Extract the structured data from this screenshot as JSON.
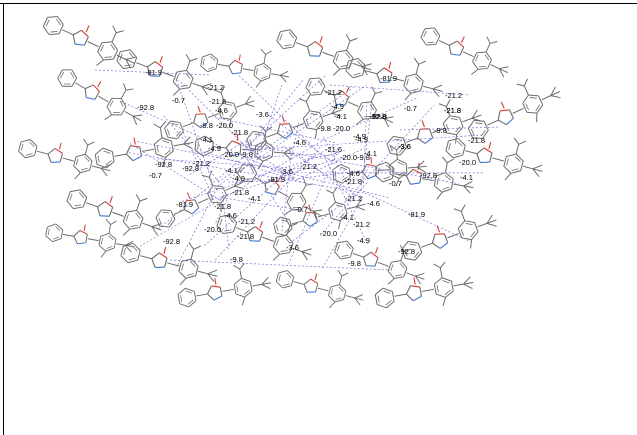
{
  "figure": {
    "labels": [
      "-81.9",
      "-21.2",
      "-0.7",
      "-21.8",
      "-92.8",
      "-4.6",
      "-3.6",
      "-9.8",
      "-20.0",
      "-21.8",
      "-4.1",
      "-4.9",
      "-20.0",
      "-9.8",
      "-92.8",
      "-21.2",
      "-92.8",
      "-4.1",
      "-4.9",
      "-81.9",
      "-3.6",
      "-21.8",
      "-0.7",
      "-21.2",
      "-81.9",
      "-4.6",
      "-21.8",
      "-20.0",
      "-21.2",
      "-4.1",
      "-0.7",
      "-92.8",
      "-21.8",
      "-9.8",
      "-3.6",
      "-81.9",
      "-21.2",
      "-4.9",
      "-21.8",
      "-4.1",
      "-92.8",
      "-9.8",
      "-20.0",
      "-4.6",
      "-21.6",
      "-4.9",
      "-20.0",
      "-9.8",
      "-21.8",
      "-3.6",
      "-4.6",
      "-0.7",
      "-92.8",
      "-4.1",
      "-21.2",
      "-4.6",
      "-81.9",
      "-4.9",
      "-20.0",
      "-21.2",
      "-4.1",
      "-92.8",
      "-9.8",
      "-20.0",
      "-21.8",
      "-21.2",
      "-0.7",
      "-92.8",
      "-21.8",
      "-9.8",
      "-3.6",
      "-4.1",
      "-4.9"
    ]
  }
}
